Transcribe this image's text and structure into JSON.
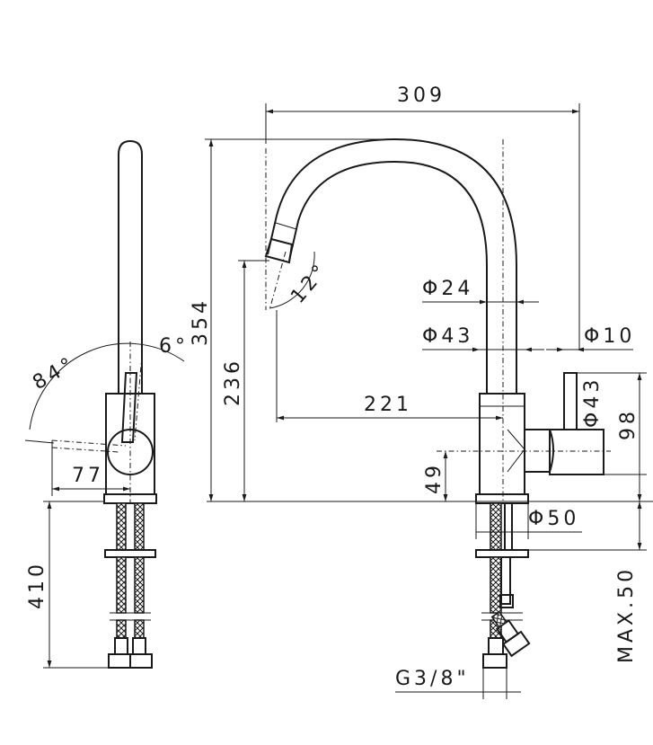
{
  "dimensions": {
    "width_total": "309",
    "height_total": "354",
    "spout_height": "236",
    "spout_reach": "221",
    "spout_diameter": "Φ24",
    "body_diameter": "Φ43",
    "handle_diameter": "Φ10",
    "handle_body_diameter": "Φ43",
    "handle_height": "98",
    "handle_axis_height": "49",
    "base_diameter": "Φ50",
    "max_deck_thickness": "MAX.50",
    "hose_length": "410",
    "lever_depth": "77",
    "spout_angle": "12°",
    "lever_angle": "84°",
    "lever_offset_angle": "6°",
    "connection_thread": "G3/8\""
  }
}
